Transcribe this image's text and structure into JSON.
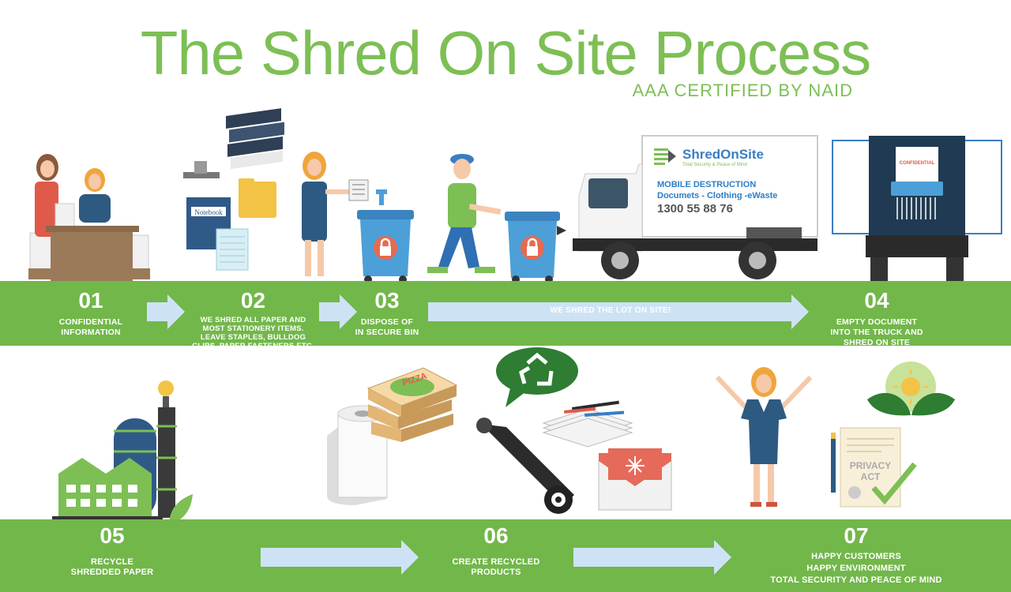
{
  "title": "The Shred On Site Process",
  "subtitle": "AAA CERTIFIED BY NAID",
  "steps": [
    {
      "num": "01",
      "desc": [
        "CONFIDENTIAL",
        "INFORMATION"
      ]
    },
    {
      "num": "02",
      "desc": [
        "WE SHRED ALL PAPER AND",
        "MOST STATIONERY ITEMS.",
        "LEAVE STAPLES, BULLDOG",
        "CLIPS, PAPER FASTENERS ETC."
      ]
    },
    {
      "num": "03",
      "desc": [
        "DISPOSE OF",
        "IN SECURE BIN"
      ]
    },
    {
      "num": "04",
      "desc": [
        "EMPTY DOCUMENT",
        "INTO THE TRUCK AND",
        "SHRED ON SITE"
      ]
    },
    {
      "num": "05",
      "desc": [
        "RECYCLE",
        "SHREDDED PAPER"
      ]
    },
    {
      "num": "06",
      "desc": [
        "CREATE RECYCLED",
        "PRODUCTS"
      ]
    },
    {
      "num": "07",
      "desc": [
        "HAPPY CUSTOMERS",
        "HAPPY ENVIRONMENT",
        "TOTAL SECURITY AND PEACE OF MIND"
      ]
    }
  ],
  "arrow_label": "WE SHRED THE LOT ON SITE!",
  "truck": {
    "brand": "ShredOnSite",
    "brand_tagline": "Total Security & Peace of Mind",
    "service_title": "MOBILE DESTRUCTION",
    "services": "Documets - Clothing -eWaste",
    "phone": "1300 55 88 76"
  },
  "labels": {
    "notebook": "Notebook",
    "confidential": "CONFIDENTIAL",
    "pizza": "PIZZA",
    "privacy_act": [
      "PRIVACY",
      "ACT"
    ]
  },
  "colors": {
    "green": "#72b74a",
    "title_green": "#7dbf55",
    "arrow_blue": "#cde3f5",
    "bin_blue": "#4d9fd8"
  }
}
